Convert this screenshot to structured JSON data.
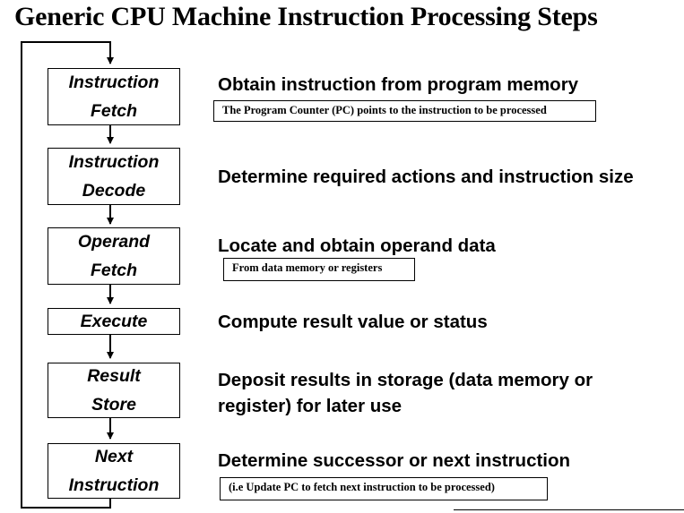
{
  "title": "Generic CPU Machine Instruction Processing Steps",
  "steps": [
    {
      "label_line1": "Instruction",
      "label_line2": "Fetch",
      "description_line1": "Obtain instruction from program memory",
      "description_line2": "",
      "note": "The Program Counter (PC) points to the instruction to be processed"
    },
    {
      "label_line1": "Instruction",
      "label_line2": "Decode",
      "description_line1": "Determine required actions and instruction size",
      "description_line2": "",
      "note": ""
    },
    {
      "label_line1": "Operand",
      "label_line2": "Fetch",
      "description_line1": "Locate and obtain operand data",
      "description_line2": "",
      "note": "From data memory or registers"
    },
    {
      "label_line1": "Execute",
      "label_line2": "",
      "description_line1": "Compute result value or status",
      "description_line2": "",
      "note": ""
    },
    {
      "label_line1": "Result",
      "label_line2": "Store",
      "description_line1": "Deposit results in storage (data memory or",
      "description_line2": "register) for later use",
      "note": ""
    },
    {
      "label_line1": "Next",
      "label_line2": "Instruction",
      "description_line1": "Determine successor or next instruction",
      "description_line2": "",
      "note": "(i.e Update PC to fetch next instruction to be processed)"
    }
  ]
}
